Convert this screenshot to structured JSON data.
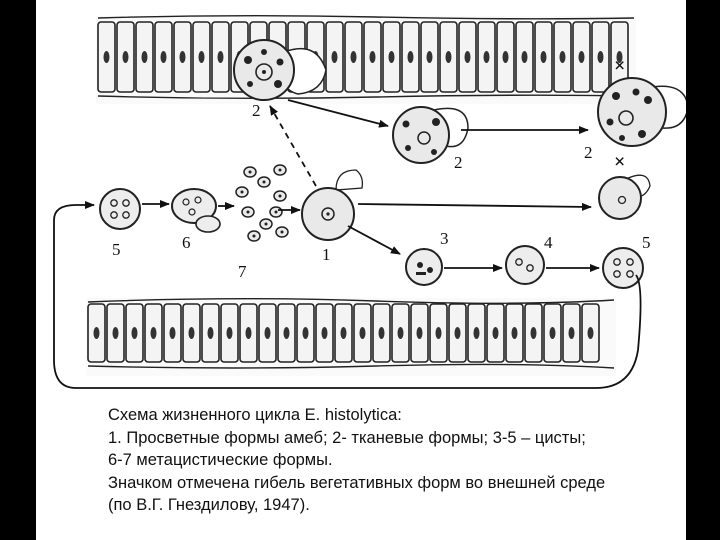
{
  "slide": {
    "background": "#000000",
    "canvas": "#ffffff",
    "ink": "#111111"
  },
  "diagram": {
    "labels": {
      "tissue_top": "2",
      "tissue_mid": "2",
      "tissue_right": "2",
      "lumen": "1",
      "cyst_3": "3",
      "cyst_4": "4",
      "cyst_5_right": "5",
      "cyst_5_left": "5",
      "metacyst_6": "6",
      "metacyst_7": "7"
    },
    "death_marker": "×",
    "icons": [
      "epithelium-layer",
      "amoeba-cell",
      "cyst-cell",
      "arrow",
      "death-cross"
    ]
  },
  "caption": {
    "line1": "Схема жизненного цикла E. histolytica:",
    "line2": "1. Просветные формы амеб; 2- тканевые формы; 3-5 – цисты;",
    "line3": "6-7 метацистические формы.",
    "line4": "Значком отмечена гибель вегетативных форм во внешней среде",
    "line5": "(по В.Г. Гнездилову, 1947)."
  }
}
